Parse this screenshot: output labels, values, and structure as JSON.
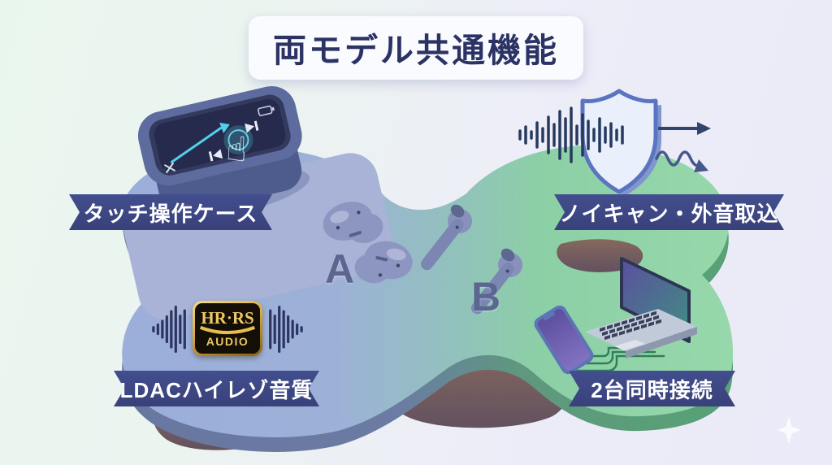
{
  "title": "両モデル共通機能",
  "features": {
    "touch_case": "タッチ操作ケース",
    "noise_canceling": "ノイキャン・外音取込",
    "ldac": "LDACハイレゾ音質",
    "dual_connection": "2台同時接続"
  },
  "models": {
    "a": "A",
    "b": "B"
  },
  "badge": {
    "top": "HR·RS",
    "bottom": "AUDIO"
  },
  "icons": {
    "touch_hand": "☝",
    "sparkle": "four-point-star",
    "waveform": "audio-wave-bars",
    "shield": "noise-shield",
    "laptop": "laptop",
    "smartphone": "smartphone",
    "charging_case": "touchscreen-charging-case"
  },
  "colors": {
    "ribbon": "#3e4886",
    "title_text": "#2b3264",
    "island_blue": "#9caeda",
    "island_green": "#8fd3a2",
    "rock_brown": "#7b6573",
    "badge_gold": "#e7bd4f",
    "glow_cyan": "#55dff0",
    "wave_navy": "#2b3560"
  }
}
